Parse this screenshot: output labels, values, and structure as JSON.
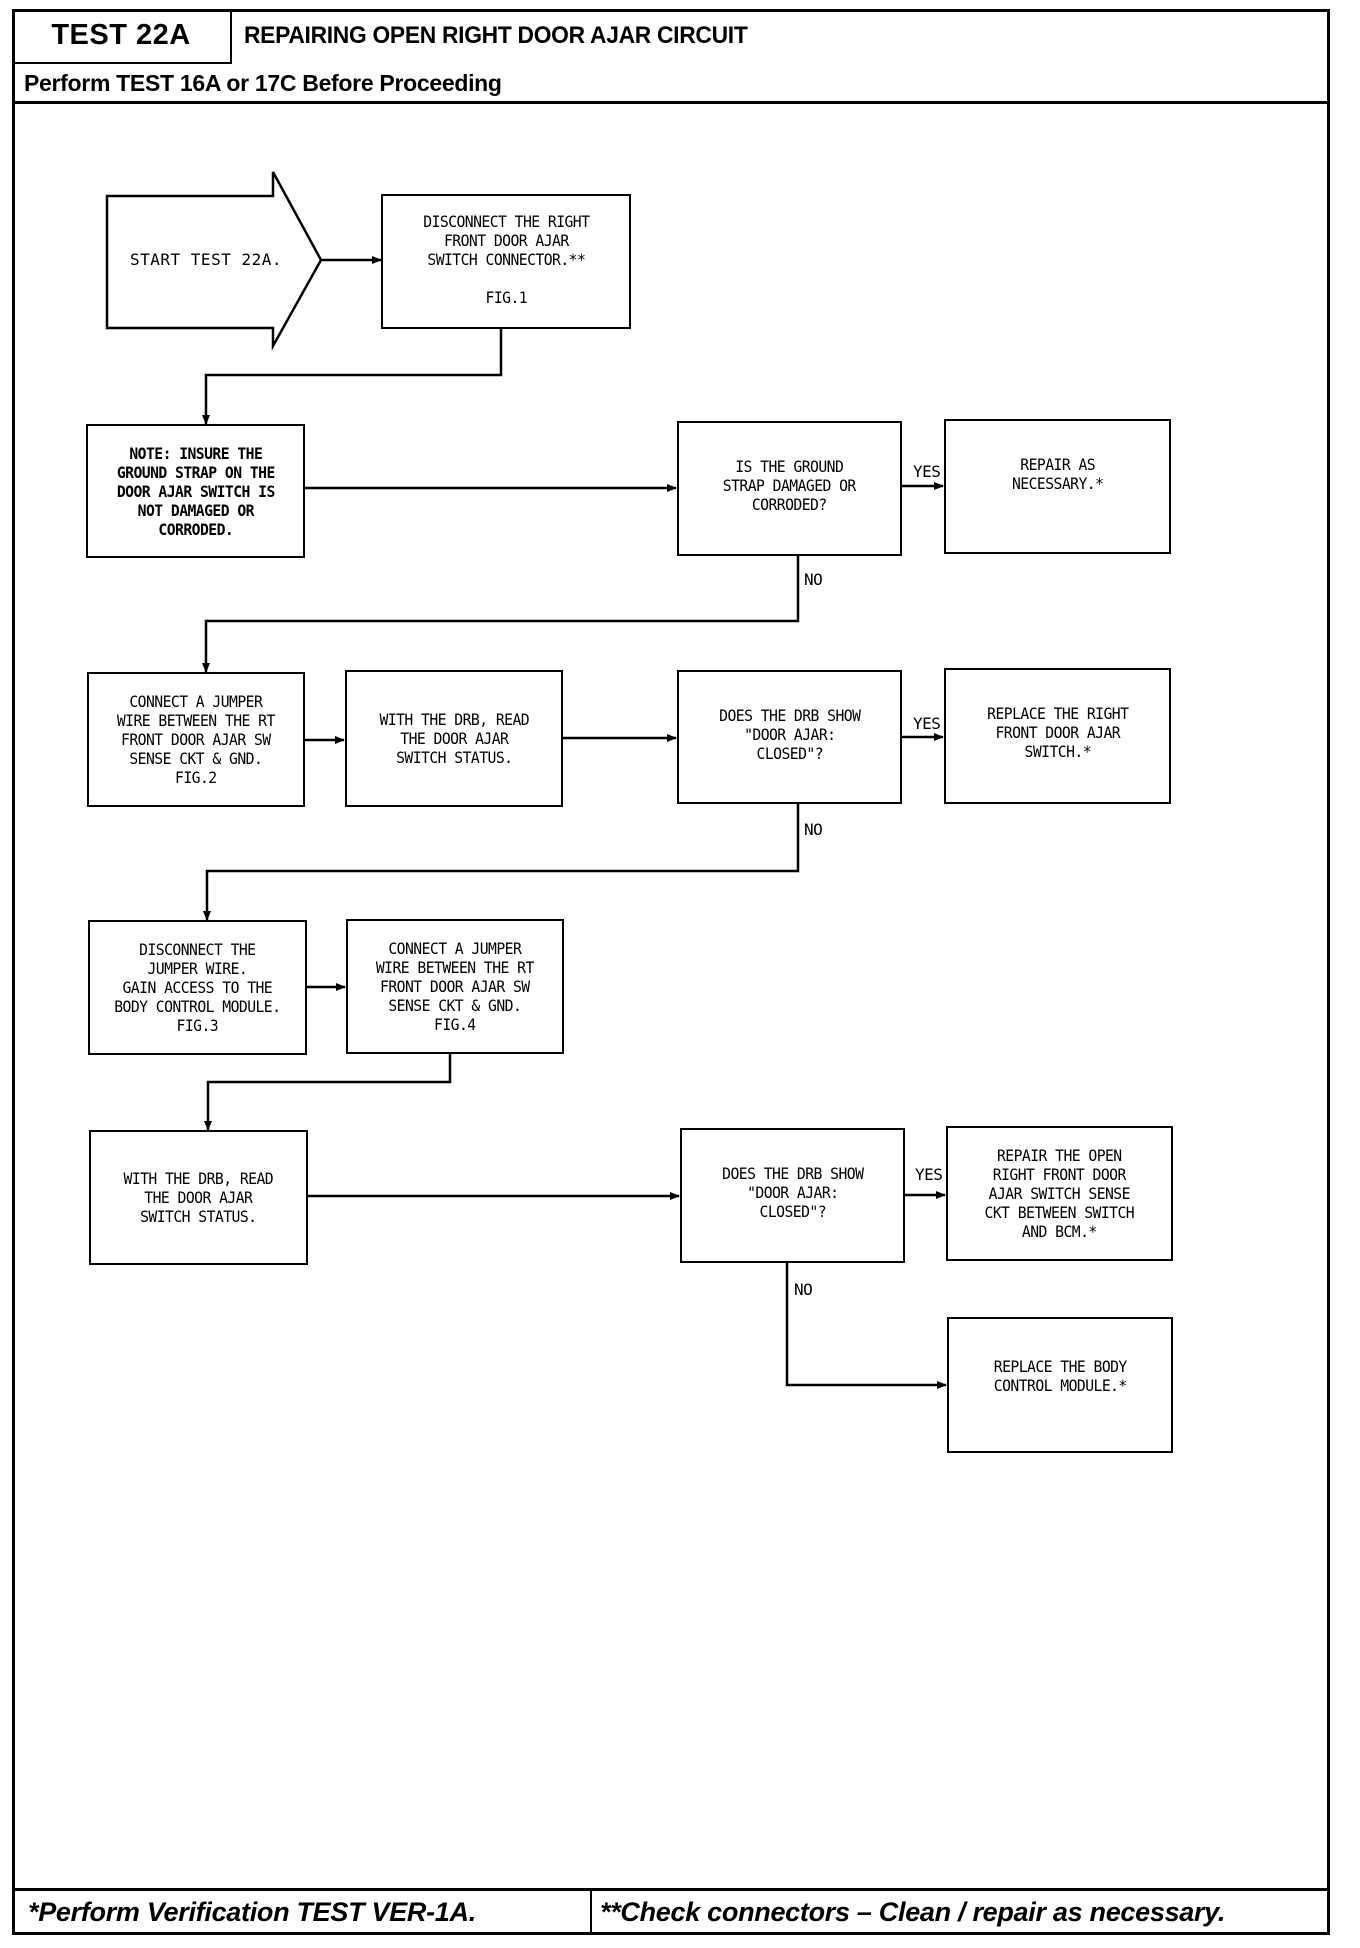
{
  "header": {
    "test_id": "TEST 22A",
    "title": "REPAIRING OPEN RIGHT DOOR AJAR CIRCUIT",
    "prerequisite": "Perform TEST 16A or 17C Before Proceeding"
  },
  "flowchart": {
    "start": "START TEST 22A.",
    "steps": {
      "disconnect_switch": "DISCONNECT THE RIGHT\nFRONT DOOR AJAR\nSWITCH CONNECTOR.**\n\nFIG.1",
      "note_ground_strap": "NOTE: INSURE THE\nGROUND STRAP ON THE\nDOOR AJAR SWITCH IS\nNOT DAMAGED OR\nCORRODED.",
      "q_ground_strap": "IS THE GROUND\nSTRAP DAMAGED OR\nCORRODED?",
      "repair_as_necessary": "REPAIR AS\nNECESSARY.*",
      "connect_jumper_1": "CONNECT A JUMPER\nWIRE BETWEEN THE RT\nFRONT DOOR AJAR SW\nSENSE CKT & GND.\nFIG.2",
      "read_status_1": "WITH THE DRB, READ\nTHE DOOR AJAR\nSWITCH STATUS.",
      "q_drb_closed_1": "DOES THE DRB SHOW\n\"DOOR AJAR:\nCLOSED\"?",
      "replace_switch": "REPLACE THE RIGHT\nFRONT DOOR AJAR\nSWITCH.*",
      "disconnect_jumper": "DISCONNECT THE\nJUMPER WIRE.\nGAIN ACCESS TO THE\nBODY CONTROL MODULE.\nFIG.3",
      "connect_jumper_2": "CONNECT A JUMPER\nWIRE BETWEEN THE RT\nFRONT DOOR AJAR SW\nSENSE CKT & GND.\nFIG.4",
      "read_status_2": "WITH THE DRB, READ\nTHE DOOR AJAR\nSWITCH STATUS.",
      "q_drb_closed_2": "DOES THE DRB SHOW\n\"DOOR AJAR:\nCLOSED\"?",
      "repair_open_ckt": "REPAIR THE OPEN\nRIGHT FRONT DOOR\nAJAR SWITCH SENSE\nCKT BETWEEN SWITCH\nAND BCM.*",
      "replace_bcm": "REPLACE THE BODY\nCONTROL MODULE.*"
    },
    "labels": {
      "yes": "YES",
      "no": "NO"
    }
  },
  "footer": {
    "note_single": "*Perform Verification TEST VER-1A.",
    "note_double": "**Check connectors – Clean / repair as necessary."
  }
}
